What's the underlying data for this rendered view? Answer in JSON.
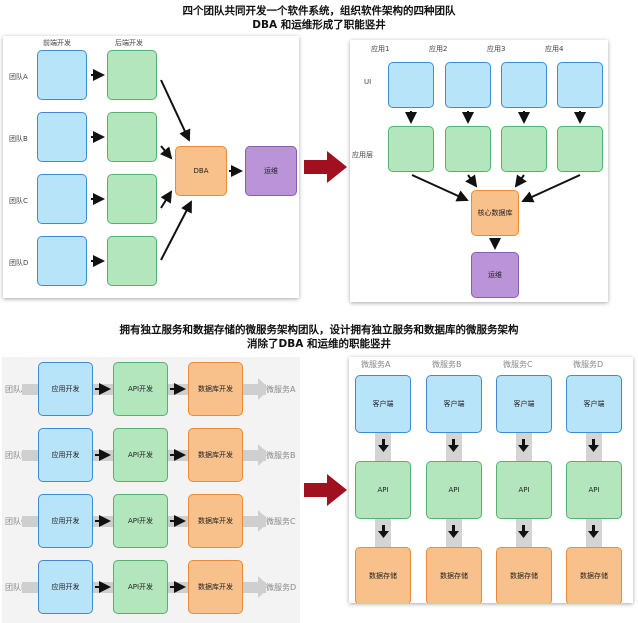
{
  "top_title": {
    "line1": "四个团队共同开发一个软件系统，组织软件架构的四种团队",
    "line2": "DBA 和运维形成了职能竖井"
  },
  "bottom_title": {
    "line1": "拥有独立服务和数据存储的微服务架构团队，设计拥有独立服务和数据库的微服务架构",
    "line2": "消除了DBA 和运维的职能竖井"
  },
  "panel_tl": {
    "col_headers": [
      "前端开发",
      "后端开发"
    ],
    "teams": [
      "团队A",
      "团队B",
      "团队C",
      "团队D"
    ],
    "dba": "DBA",
    "ops": "运维"
  },
  "panel_tr": {
    "apps": [
      "应用1",
      "应用2",
      "应用3",
      "应用4"
    ],
    "ui_label": "UI",
    "app_layer_label": "应用层",
    "core_db": "核心数据库",
    "ops": "运维"
  },
  "panel_bl": {
    "teams": [
      "团队A",
      "团队B",
      "团队C",
      "团队D"
    ],
    "app_dev": "应用开发",
    "api_dev": "API开发",
    "db_dev": "数据库开发",
    "services": [
      "微服务A",
      "微服务B",
      "微服务C",
      "微服务D"
    ]
  },
  "panel_br": {
    "services": [
      "微服务A",
      "微服务B",
      "微服务C",
      "微服务D"
    ],
    "client": "客户端",
    "api": "API",
    "storage": "数据存储"
  },
  "colors": {
    "blue_fill": "#b8e4fa",
    "green_fill": "#b3e6bd",
    "orange_fill": "#f8c08a",
    "purple_fill": "#bb93d9",
    "big_arrow": "#a01020"
  }
}
